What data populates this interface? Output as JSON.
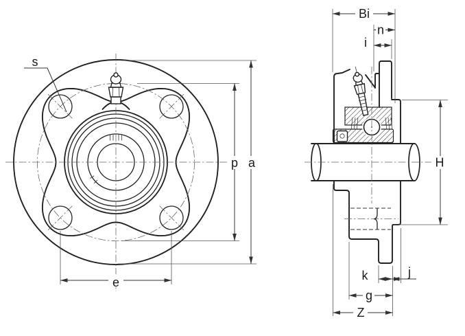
{
  "front_view": {
    "dim_labels": {
      "s": "s",
      "e": "e",
      "p": "p",
      "a": "a"
    }
  },
  "side_view": {
    "dim_labels": {
      "Bi": "Bi",
      "n": "n",
      "i": "i",
      "H": "H",
      "k": "k",
      "j": "j",
      "g": "g",
      "Z": "Z"
    }
  },
  "colors": {
    "line": "#222222",
    "dim_line": "#333333",
    "text": "#1a1a1a",
    "background": "#ffffff"
  }
}
